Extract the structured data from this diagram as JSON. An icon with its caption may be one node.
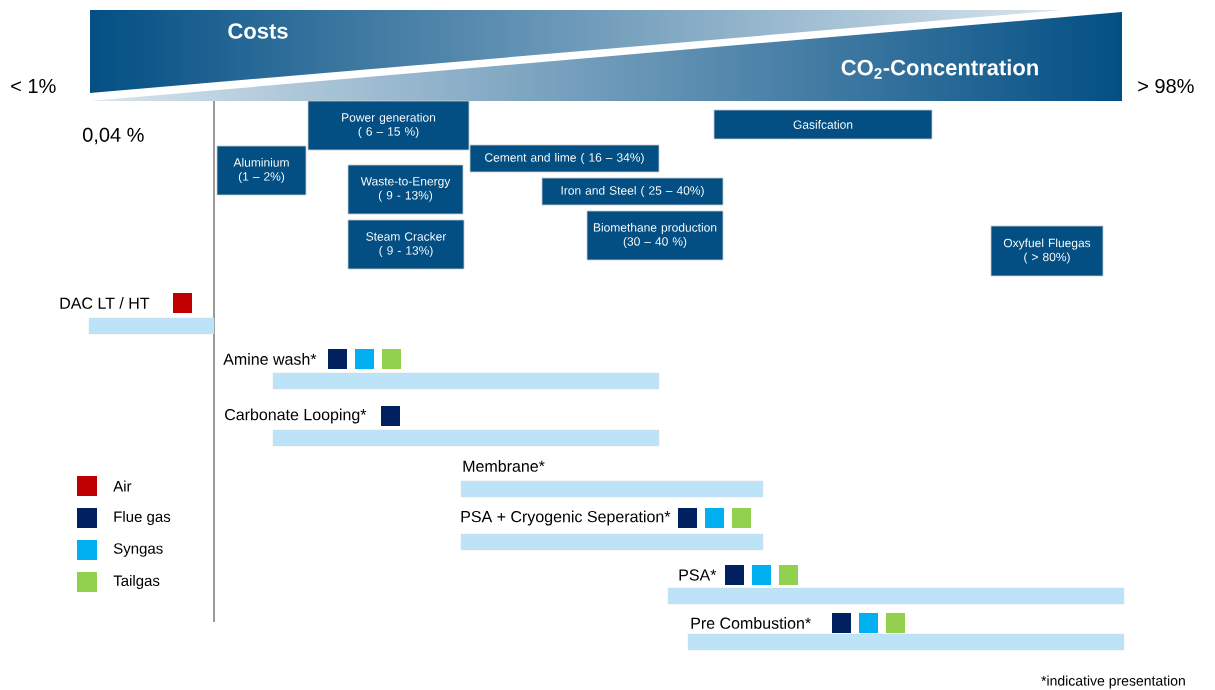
{
  "diagram": {
    "nodes": [
      {
        "text": [
          "Costs"
        ]
      },
      {
        "text": [
          "CO$_{2}$-Concentration"
        ]
      },
      {
        "text": [
          "Power generation ( 6 – 15 %)"
        ]
      },
      {
        "text": [
          "Gasifcation"
        ]
      },
      {
        "text": [
          "Aluminium (1 – 2%)"
        ]
      },
      {
        "text": [
          "Cement and lime ( 16 – 34%)"
        ]
      },
      {
        "text": [
          "Waste-to-Energy ( 9 - 13%)"
        ]
      },
      {
        "text": [
          "Iron and Steel ( 25 – 40%)"
        ]
      },
      {
        "text": [
          "Steam Cracker ( 9 - 13%)"
        ]
      },
      {
        "text": [
          "Biomethane production (30 – 40 %)"
        ]
      },
      {
        "text": [
          "Oxyfuel Fluegas ( > 80%)"
        ]
      },
      {
        "text": [
          "DAC LT / HT"
        ]
      },
      {
        "text": [
          "Amine wash*"
        ]
      },
      {
        "text": [
          "Carbonate Looping*"
        ]
      },
      {
        "text": [
          "Membrane*"
        ]
      },
      {
        "text": [
          "PSA + Cryogenic Seperation*"
        ]
      },
      {
        "text": [
          "PSA*"
        ]
      },
      {
        "text": [
          "Pre Combustion*"
        ]
      }
    ],
    "edges": [],
    "labels": [
      "< 1%",
      "> 98%",
      "0,04 %",
      "*indicative presentation"
    ],
    "legend": [
      {
        "text": "Air",
        "color": "#c00000"
      },
      {
        "text": "Flue gas",
        "color": "#002060"
      },
      {
        "text": "Syngas",
        "color": "#00b0f0"
      },
      {
        "text": "Tailgas",
        "color": "#92d050"
      }
    ]
  }
}
